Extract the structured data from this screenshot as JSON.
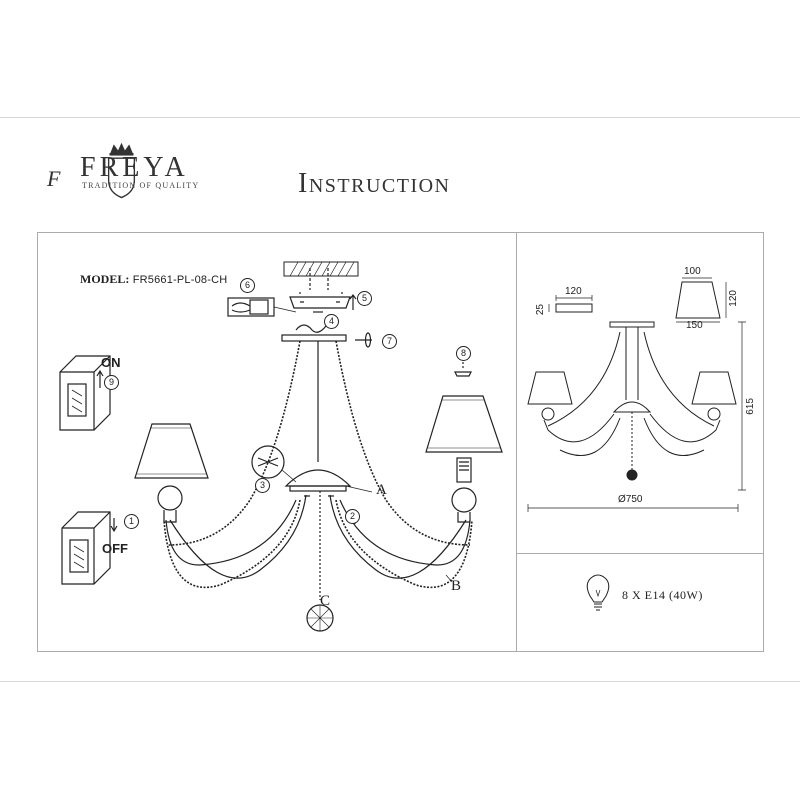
{
  "brand": {
    "name": "FREYA",
    "tagline": "TRADITION OF QUALITY",
    "monogram": "F"
  },
  "title": "Instruction",
  "model": {
    "label": "MODEL:",
    "value": "FR5661-PL-08-CH"
  },
  "switches": {
    "on_label": "ON",
    "off_label": "OFF"
  },
  "steps": [
    "1",
    "2",
    "3",
    "4",
    "5",
    "6",
    "7",
    "8",
    "9"
  ],
  "part_labels": {
    "a": "A",
    "b": "B",
    "c": "C"
  },
  "dimensions": {
    "canopy_width": "120",
    "canopy_height": "25",
    "shade_top": "100",
    "shade_bottom": "150",
    "shade_height": "120",
    "total_height": "615",
    "diameter": "Ø750"
  },
  "bulb": {
    "spec": "8 X E14 (40W)"
  },
  "colors": {
    "line": "#222222",
    "panel_border": "#aaaaaa"
  }
}
